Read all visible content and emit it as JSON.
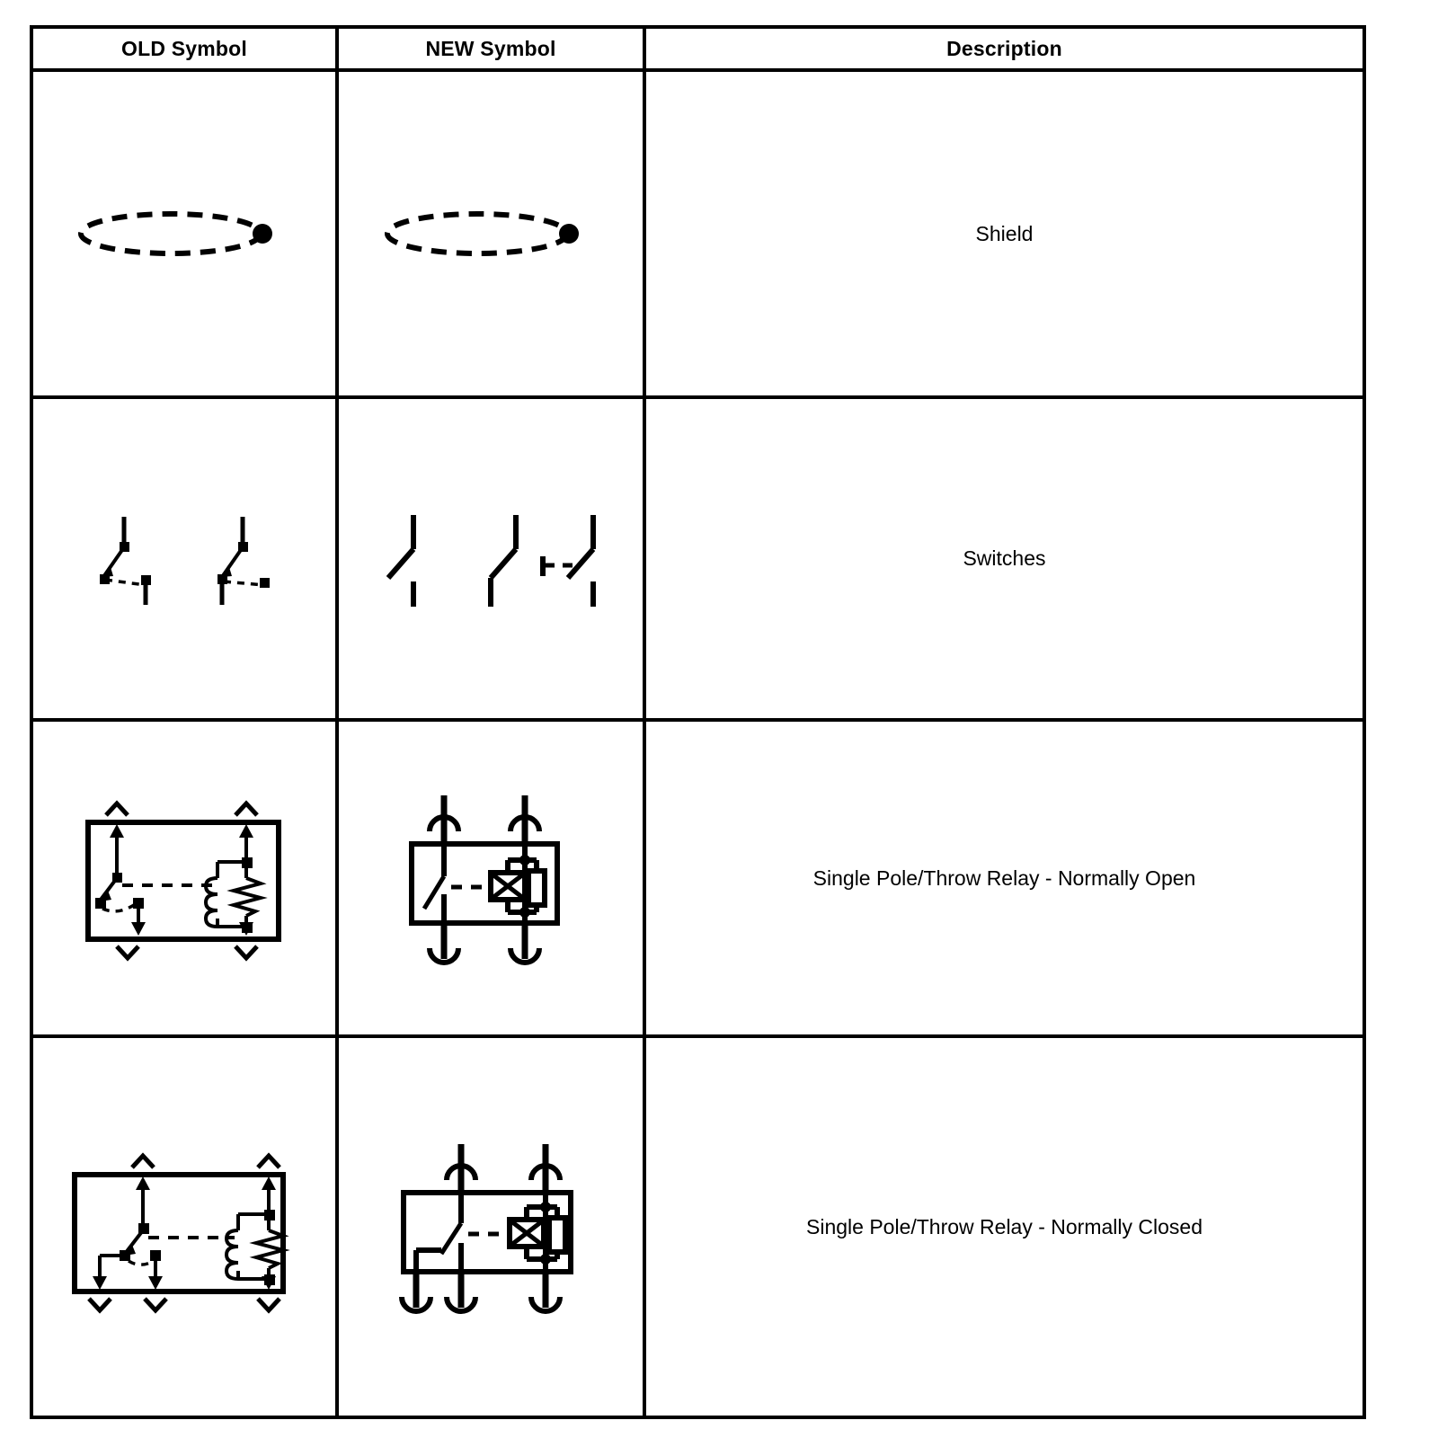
{
  "table": {
    "headers": {
      "old": "OLD Symbol",
      "new": "NEW Symbol",
      "description": "Description"
    },
    "rows": [
      {
        "id": "shield",
        "description": "Shield",
        "old_symbol_name": "dashed-ellipse-with-terminal-dot",
        "new_symbol_name": "dashed-ellipse-with-terminal-dot"
      },
      {
        "id": "switches",
        "description": "Switches",
        "old_symbol_name": "two-old-style-switches-with-square-terminals",
        "new_symbol_name": "three-new-style-switch-blades"
      },
      {
        "id": "relay-normally-open",
        "description": "Single Pole/Throw Relay - Normally Open",
        "old_symbol_name": "boxed-relay-coil-resistor-normally-open",
        "new_symbol_name": "boxed-relay-coil-resistor-normally-open"
      },
      {
        "id": "relay-normally-closed",
        "description": "Single Pole/Throw Relay - Normally Closed",
        "old_symbol_name": "boxed-relay-coil-resistor-normally-closed",
        "new_symbol_name": "boxed-relay-coil-resistor-normally-closed"
      }
    ]
  },
  "style": {
    "line_color": "#000000",
    "background_color": "#ffffff",
    "border_color": "#000000"
  }
}
